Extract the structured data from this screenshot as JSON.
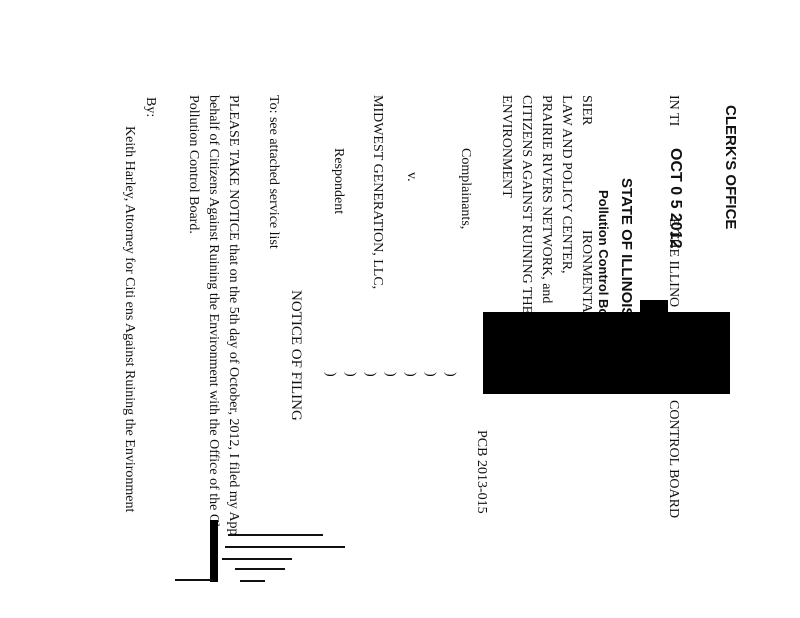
{
  "stamp": {
    "office": "CLERK'S OFFICE",
    "date": "OCT 0 5 2012",
    "state": "STATE OF ILLINOIS",
    "board": "Pollution Control Board"
  },
  "caption": {
    "line1_left": "IN TI",
    "line1_right": "E THE ILLINO",
    "line1_end": "CONTROL BOARD",
    "line2": "SIER",
    "line2b": "IRONMENTAL",
    "line3": "LAW AND POLICY CENTER,",
    "line4": "PRAIRIE RIVERS NETWORK, and",
    "line5": "CITIZENS AGAINST RUINING THE",
    "line6": "ENVIRONMENT"
  },
  "parties": {
    "complainants": "Complainants,",
    "versus": "v.",
    "respondent_name": "MIDWEST GENERATION, LLC,",
    "respondent": "Respondent",
    "case_no": "PCB 2013-015"
  },
  "notice": {
    "title": "NOTICE OF FILING",
    "to": "To:  see attached service list",
    "body1": "PLEASE TAKE NOTICE that on the 5th day of October, 2012, I filed my App",
    "body2": "behalf of Citizens Against Ruining the Environment with the Office of the Cler",
    "body3": "Pollution Control Board."
  },
  "signature": {
    "by": "By:",
    "name": "Keith Harley, Attorney for Citi  ens Against Ruining the Environment"
  }
}
